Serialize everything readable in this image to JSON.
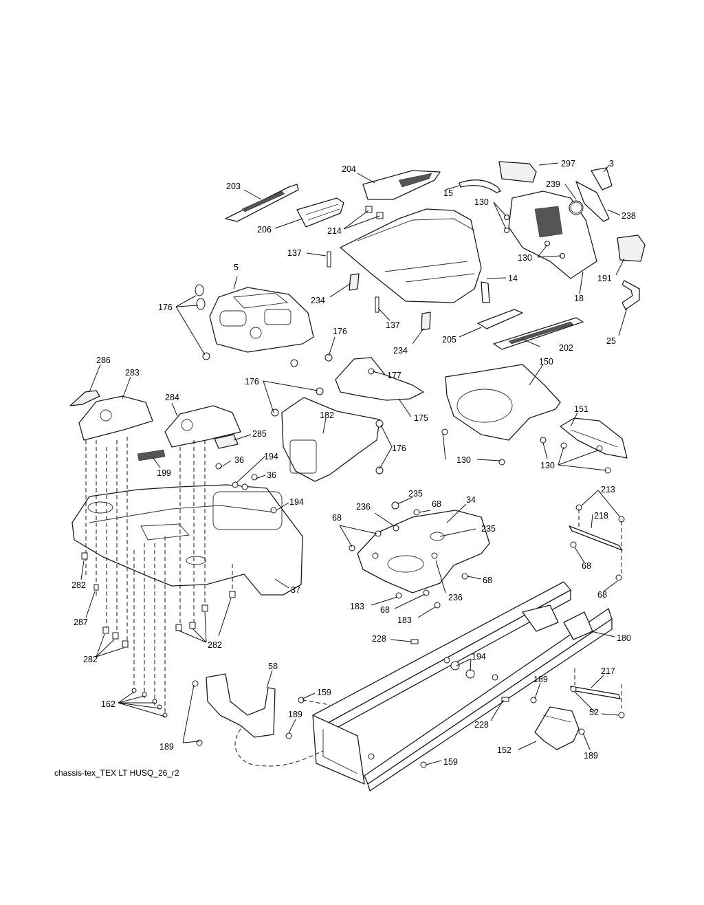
{
  "caption": "chassis-tex_TEX LT HUSQ_26_r2",
  "callouts": {
    "c3": "3",
    "c5": "5",
    "c14": "14",
    "c15": "15",
    "c18": "18",
    "c25": "25",
    "c34": "34",
    "c36a": "36",
    "c36b": "36",
    "c37": "37",
    "c52": "52",
    "c58": "58",
    "c68a": "68",
    "c68b": "68",
    "c68c": "68",
    "c68d": "68",
    "c68e": "68",
    "c68f": "68",
    "c130a": "130",
    "c130b": "130",
    "c130c": "130",
    "c130d": "130",
    "c137a": "137",
    "c137b": "137",
    "c150": "150",
    "c151": "151",
    "c152": "152",
    "c159a": "159",
    "c159b": "159",
    "c162": "162",
    "c175": "175",
    "c176a": "176",
    "c176b": "176",
    "c176c": "176",
    "c176d": "176",
    "c177": "177",
    "c180": "180",
    "c182": "182",
    "c183a": "183",
    "c183b": "183",
    "c189a": "189",
    "c189b": "189",
    "c189c": "189",
    "c189d": "189",
    "c191": "191",
    "c194a": "194",
    "c194b": "194",
    "c194c": "194",
    "c199": "199",
    "c202": "202",
    "c203": "203",
    "c204": "204",
    "c205": "205",
    "c206": "206",
    "c213": "213",
    "c214": "214",
    "c217": "217",
    "c218": "218",
    "c228a": "228",
    "c228b": "228",
    "c234a": "234",
    "c234b": "234",
    "c235a": "235",
    "c235b": "235",
    "c236a": "236",
    "c236b": "236",
    "c238": "238",
    "c239": "239",
    "c282a": "282",
    "c282b": "282",
    "c282c": "282",
    "c283": "283",
    "c284": "284",
    "c285": "285",
    "c286": "286",
    "c287": "287",
    "c297": "297"
  }
}
